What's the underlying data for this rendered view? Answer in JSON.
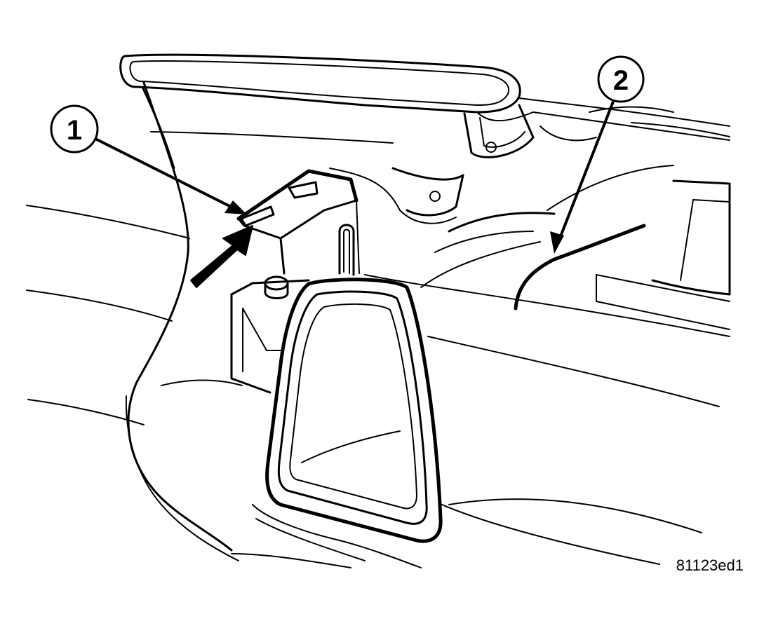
{
  "callouts": [
    {
      "label": "1"
    },
    {
      "label": "2"
    }
  ],
  "figure_id": "81123ed1"
}
